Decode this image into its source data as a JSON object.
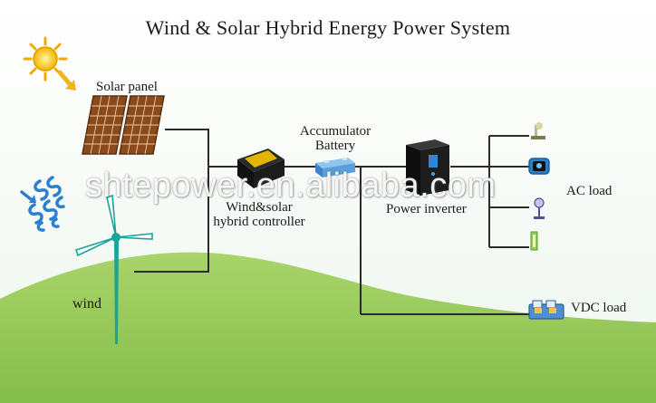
{
  "title": "Wind & Solar Hybrid Energy Power System",
  "labels": {
    "solar_panel": "Solar panel",
    "accumulator_line1": "Accumulator",
    "accumulator_line2": "Battery",
    "controller_line1": "Wind&solar",
    "controller_line2": "hybrid controller",
    "inverter": "Power inverter",
    "ac_load": "AC load",
    "vdc_load": "VDC load",
    "wind": "wind"
  },
  "watermark": "shtepower.en.alibaba.com",
  "icons": [
    "sun-icon",
    "solar-panel-icon",
    "wind-arrows-icon",
    "wind-turbine-icon",
    "hybrid-controller-icon",
    "battery-icon",
    "power-inverter-icon",
    "tv-icon",
    "fan-icon",
    "lamp-icon",
    "fluorescent-lamp-icon",
    "dc-appliance-icon"
  ],
  "colors": {
    "line": "#2b2b2b",
    "hill": "#9ccc5c",
    "sky": "#f4f9f4",
    "turbine": "#1aa39a",
    "panel": "#8a4a1c",
    "controller_accent": "#e3b400",
    "inverter_screen": "#2f86d6"
  }
}
